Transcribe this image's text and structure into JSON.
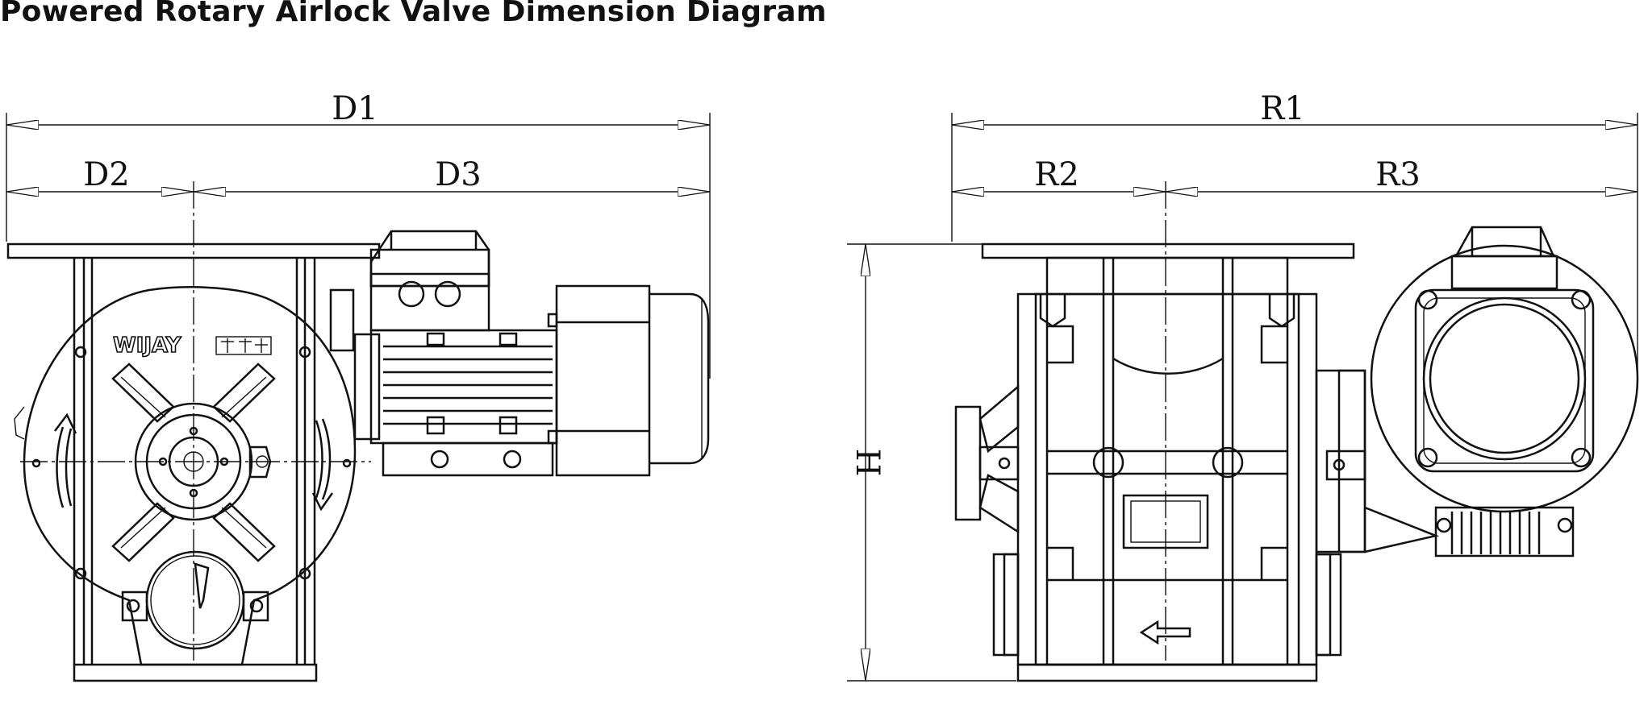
{
  "title": "Powered Rotary Airlock Valve Dimension Diagram",
  "front_view": {
    "dimensions": {
      "d1": "D1",
      "d2": "D2",
      "d3": "D3"
    },
    "logo": "WIJAY"
  },
  "side_view": {
    "dimensions": {
      "r1": "R1",
      "r2": "R2",
      "r3": "R3",
      "h": "H"
    }
  },
  "colors": {
    "line": "#111111",
    "background": "#ffffff"
  }
}
